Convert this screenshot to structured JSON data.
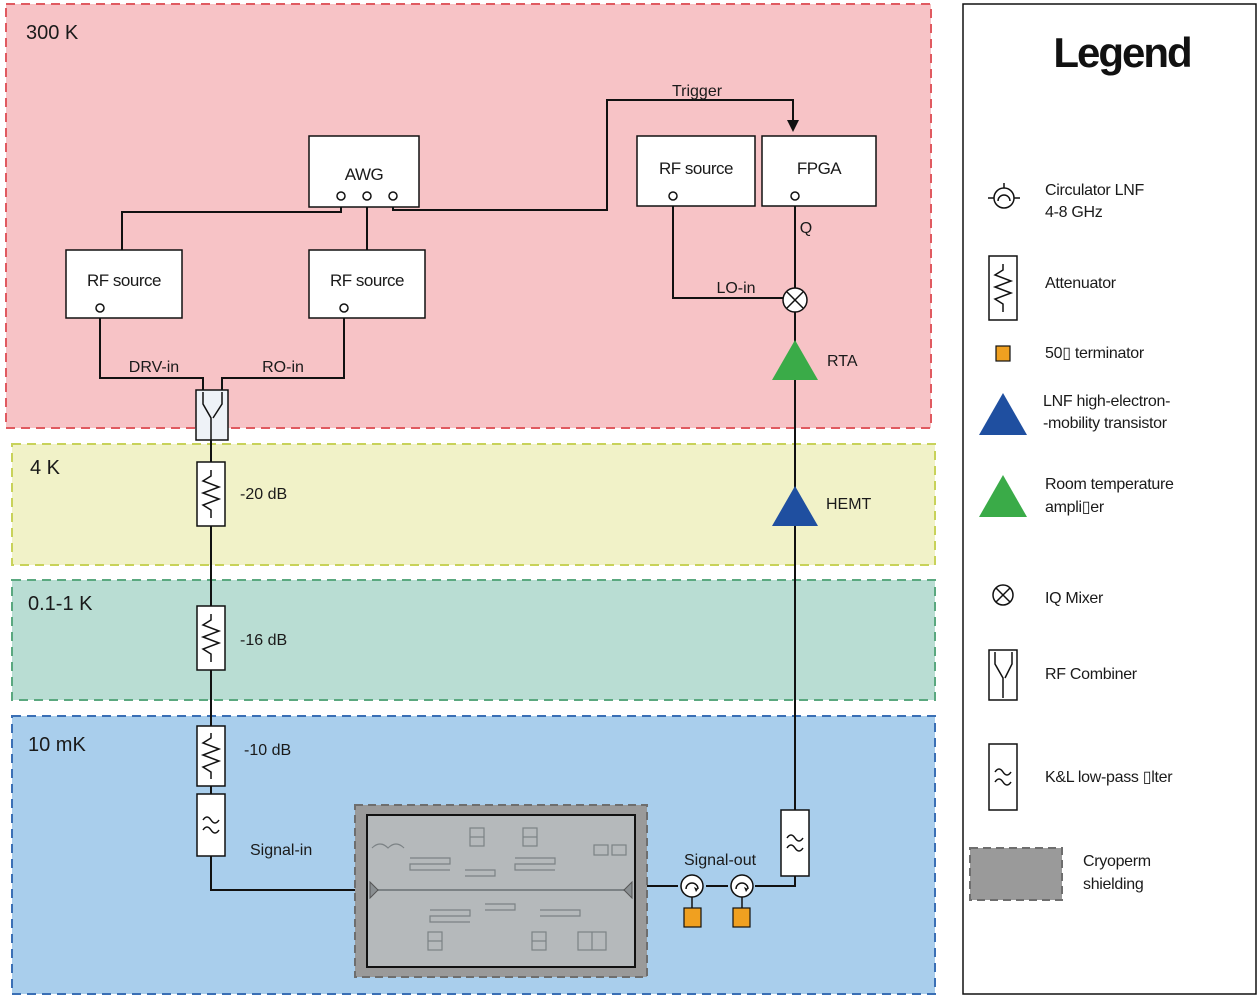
{
  "zones": {
    "room": "300 K",
    "four_k": "4 K",
    "still": "0.1-1 K",
    "mxc": "10 mK"
  },
  "instruments": {
    "awg": "AWG",
    "rf_source_lo": "RF source",
    "fpga": "FPGA",
    "rf_source_drive": "RF source",
    "rf_source_readout": "RF source"
  },
  "signals": {
    "trigger": "Trigger",
    "q": "Q",
    "lo_in": "LO-in",
    "drv_in": "DRV-in",
    "ro_in": "RO-in",
    "rta": "RTA",
    "hemt": "HEMT",
    "att_4k": "-20 dB",
    "att_still": "-16 dB",
    "att_mxc": "-10 dB",
    "signal_in": "Signal-in",
    "signal_out": "Signal-out"
  },
  "legend": {
    "title": "Legend",
    "circulator_1": "Circulator LNF",
    "circulator_2": "4-8 GHz",
    "attenuator": "Attenuator",
    "terminator": "50▯ terminator",
    "hemt_1": "LNF high-electron-",
    "hemt_2": "-mobility transistor",
    "rta_1": "Room temperature",
    "rta_2": "ampli▯er",
    "mixer": "IQ Mixer",
    "combiner": "RF Combiner",
    "filter": "K&L low-pass ▯lter",
    "shield_1": "Cryoperm",
    "shield_2": "shielding"
  },
  "colors": {
    "zone_300k": "#f7c3c6",
    "zone_300k_border": "#e05a60",
    "zone_4k": "#f1f2c8",
    "zone_4k_border": "#c8d25a",
    "zone_1k": "#b9ddd3",
    "zone_1k_border": "#5aa87f",
    "zone_10mk": "#a9ceec",
    "zone_10mk_border": "#3a6fb5",
    "hemt": "#1f4fa0",
    "rta": "#3aab48",
    "terminator": "#f0a020",
    "shield": "#9a9a9a"
  },
  "icons": [
    "circulator-icon",
    "attenuator-icon",
    "terminator-icon",
    "hemt-triangle-icon",
    "rta-triangle-icon",
    "iq-mixer-icon",
    "rf-combiner-icon",
    "lowpass-filter-icon",
    "cryoperm-shield-icon"
  ]
}
